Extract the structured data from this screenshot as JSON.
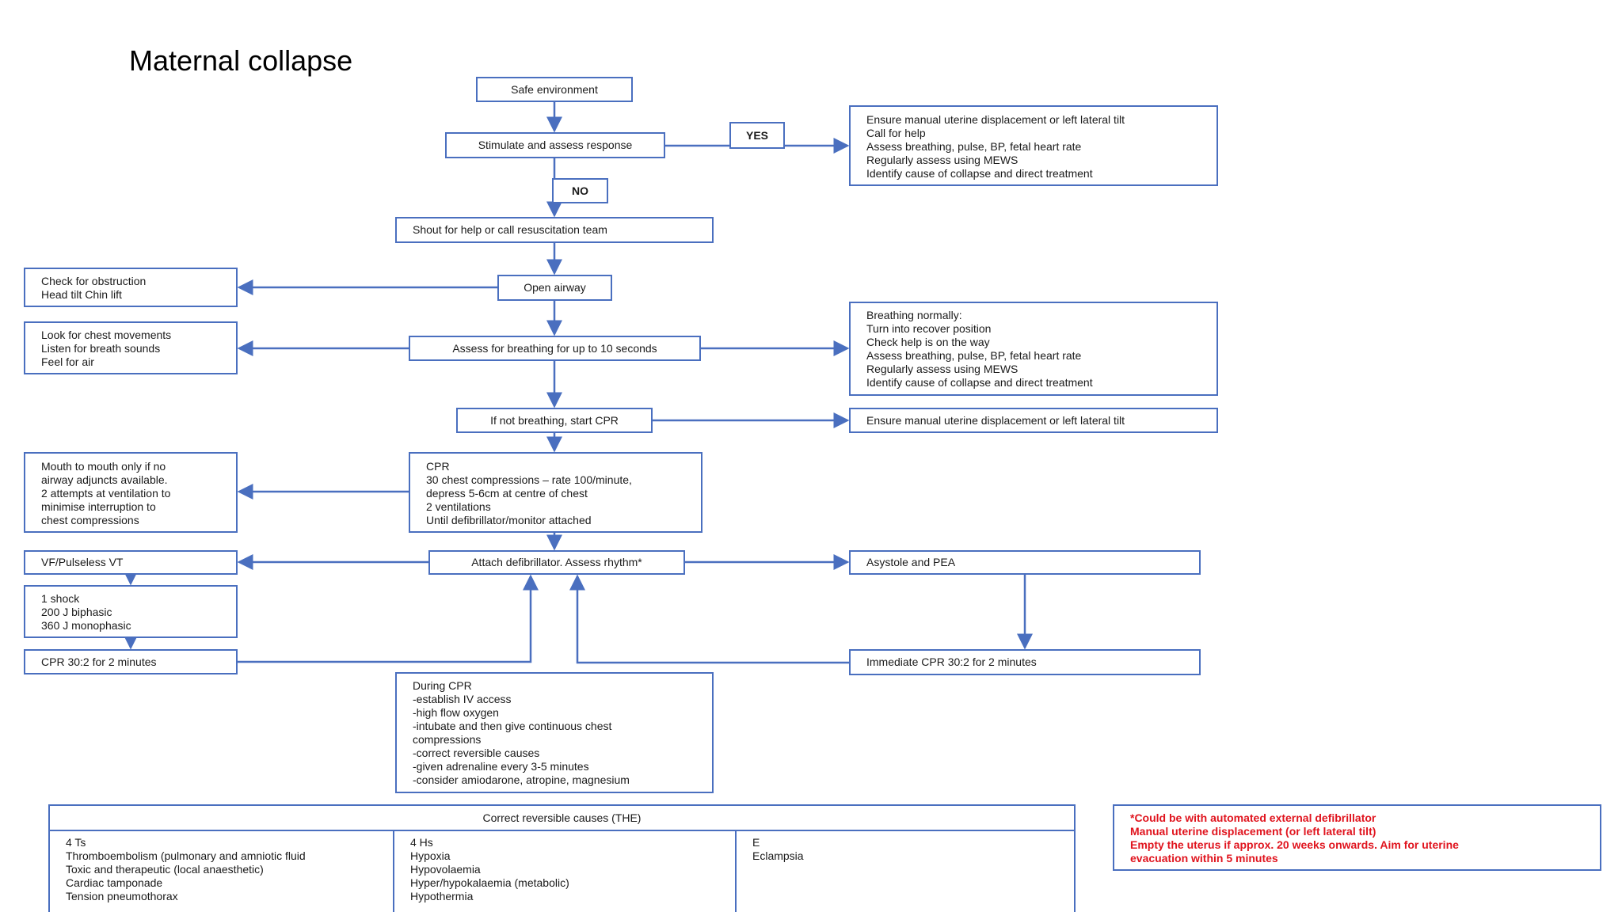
{
  "title": "Maternal collapse",
  "colors": {
    "border": "#4a6fbf",
    "note_text": "#e0141e"
  },
  "nodes": {
    "safe": "Safe environment",
    "stimulate": "Stimulate and assess response",
    "yes": "YES",
    "no": "NO",
    "responsive_actions": [
      "Ensure manual uterine displacement or left lateral tilt",
      "Call for help",
      "Assess breathing, pulse, BP, fetal heart rate",
      "Regularly assess using MEWS",
      "Identify cause of collapse and direct treatment"
    ],
    "shout": "Shout for help or call resuscitation team",
    "open_airway": "Open airway",
    "obstruction": [
      "Check for obstruction",
      "Head tilt Chin lift"
    ],
    "assess_breathing": "Assess for breathing for up to 10 seconds",
    "look_listen": [
      "Look for chest movements",
      "Listen for breath sounds",
      "Feel for air"
    ],
    "breathing_normally": [
      "Breathing normally:",
      "Turn into recover position",
      "Check help is on the way",
      "Assess breathing, pulse, BP, fetal heart rate",
      "Regularly assess using MEWS",
      "Identify cause of collapse and direct treatment"
    ],
    "start_cpr": "If not breathing, start CPR",
    "tilt": "Ensure manual uterine displacement or left lateral tilt",
    "cpr": [
      "CPR",
      "30 chest compressions – rate 100/minute,",
      "depress 5-6cm at centre of chest",
      "2 ventilations",
      "Until defibrillator/monitor attached"
    ],
    "mouth": [
      "Mouth to mouth only if no",
      "airway adjuncts available.",
      "2 attempts at ventilation to",
      "minimise interruption to",
      "chest compressions"
    ],
    "vf": "VF/Pulseless VT",
    "attach": "Attach defibrillator. Assess rhythm*",
    "asystole": "Asystole and PEA",
    "shock": [
      "1 shock",
      "200 J biphasic",
      "360 J monophasic"
    ],
    "cpr_302": "CPR 30:2 for 2 minutes",
    "immediate": "Immediate CPR 30:2 for 2 minutes",
    "during": [
      "During CPR",
      "-establish IV access",
      "-high flow oxygen",
      "-intubate and then give continuous chest",
      "compressions",
      "-correct reversible causes",
      "-given adrenaline every 3-5 minutes",
      "-consider amiodarone, atropine, magnesium"
    ]
  },
  "causes": {
    "header": "Correct reversible causes (THE)",
    "ts": [
      "4 Ts",
      "Thromboembolism (pulmonary and amniotic fluid",
      "Toxic and therapeutic (local anaesthetic)",
      "Cardiac tamponade",
      "Tension pneumothorax"
    ],
    "hs": [
      "4 Hs",
      "Hypoxia",
      "Hypovolaemia",
      "Hyper/hypokalaemia (metabolic)",
      "Hypothermia"
    ],
    "e": [
      "E",
      "Eclampsia"
    ]
  },
  "note": [
    "*Could be with automated external defibrillator",
    "Manual uterine displacement (or left lateral tilt)",
    "Empty the uterus if approx. 20 weeks onwards. Aim for uterine",
    "evacuation within 5 minutes"
  ]
}
